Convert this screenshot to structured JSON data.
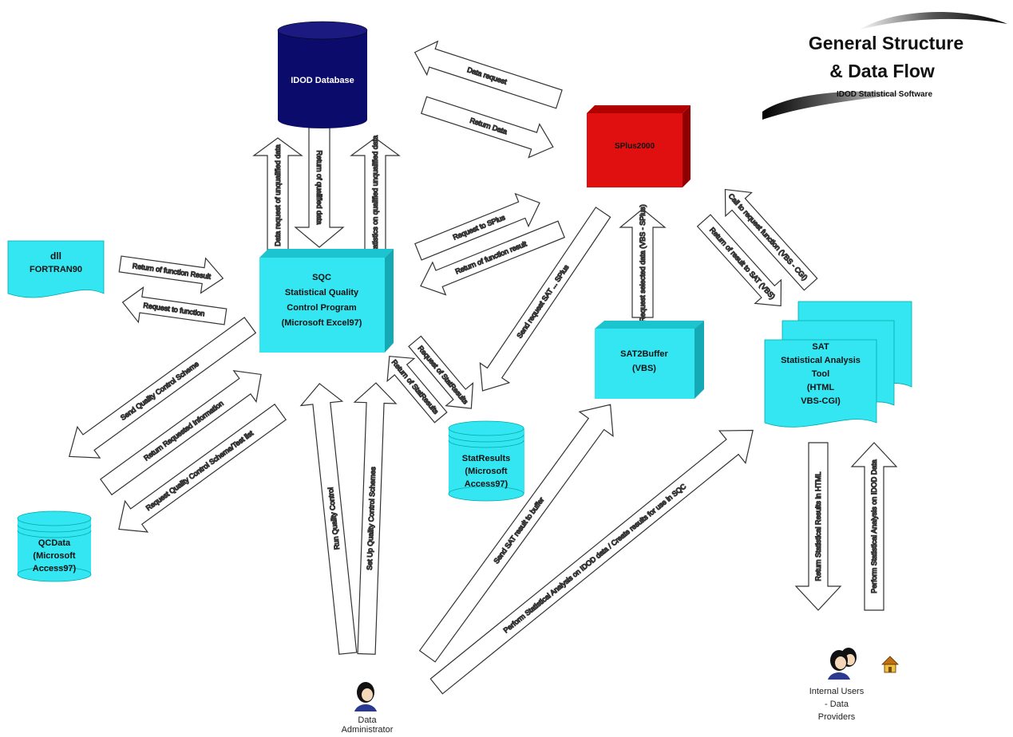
{
  "title": {
    "line1": "General Structure",
    "line2": "& Data Flow",
    "subtitle": "IDOD Statistical Software"
  },
  "nodes": {
    "idod_db": {
      "label": "IDOD Database",
      "color": "#0b0b6b"
    },
    "splus": {
      "label": "SPlus2000",
      "color": "#e01010"
    },
    "dll": {
      "line1": "dll",
      "line2": "FORTRAN90",
      "color": "#33e6f2"
    },
    "sqc": {
      "line1": "SQC",
      "line2": "Statistical Quality",
      "line3": "Control Program",
      "line4": "(Microsoft Excel97)",
      "color": "#33e6f2"
    },
    "sat2buffer": {
      "line1": "SAT2Buffer",
      "line2": "(VBS)",
      "color": "#33e6f2"
    },
    "sat": {
      "line1": "SAT",
      "line2": "Statistical Analysis",
      "line3": "Tool",
      "line4": "(HTML",
      "line5": "VBS-CGI)",
      "color": "#33e6f2"
    },
    "statresults": {
      "line1": "StatResults",
      "line2": "(Microsoft",
      "line3": "Access97)",
      "color": "#33e6f2"
    },
    "qcdata": {
      "line1": "QCData",
      "line2": "(Microsoft",
      "line3": "Access97)",
      "color": "#33e6f2"
    }
  },
  "arrows": {
    "data_request": "Data request",
    "return_data": "Return Data",
    "data_request_unqualified": "Data request of unqualified data",
    "return_qualified": "Return of qualified data",
    "statistics_unqualified": "Statistics on qualified unqualified data",
    "request_to_function_dll": "Return of function Result",
    "result_to_function": "Request to function",
    "request_to_splus": "Request to SPlus",
    "return_of_function": "Return of function result",
    "send_request": "Send request SAT ... SPlus",
    "request_data": "Request selected data (VBS - SPlus)",
    "call_to_sat": "Call to request function (VBS - CGI)",
    "return_result": "Return of result to SAT (VBS)",
    "send_quality_control": "Send Quality Control Scheme",
    "return_requested_info": "Return Requested Information",
    "request_quality_control": "Request Quality Control Scheme/Test list",
    "request_stat": "Request of StatResults",
    "return_stat": "Return of StatResults",
    "run_quality": "Run Quality Control",
    "set_up": "Set Up Quality Control Schemes",
    "send_sat": "Send SAT result to buffer",
    "perform_analysis": "Perform Statistical Analysis on IDOD data / Create results for use in SQC",
    "return_html": "Return Statistical Results in HTML",
    "perform_internal": "Perform Statistical Analysis on IDOD Data"
  },
  "actors": {
    "admin_line1": "Data",
    "admin_line2": "Administrator",
    "users_line1": "Internal Users",
    "users_line2": "- Data",
    "users_line3": "Providers"
  },
  "icons": [
    "person-icon",
    "home-icon"
  ]
}
